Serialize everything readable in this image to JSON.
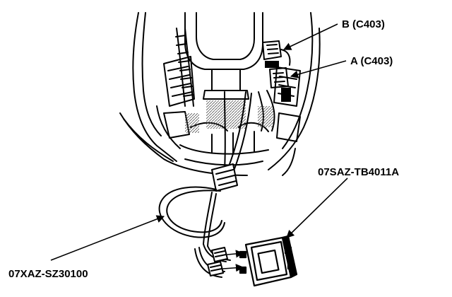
{
  "callouts": {
    "connector_b": "B (C403)",
    "connector_a": "A (C403)",
    "test_box_part": "07SAZ-TB4011A",
    "harness_part": "07XAZ-SZ30100"
  },
  "colors": {
    "line": "#000000",
    "background": "#ffffff",
    "shading": "#9a9a9a"
  }
}
